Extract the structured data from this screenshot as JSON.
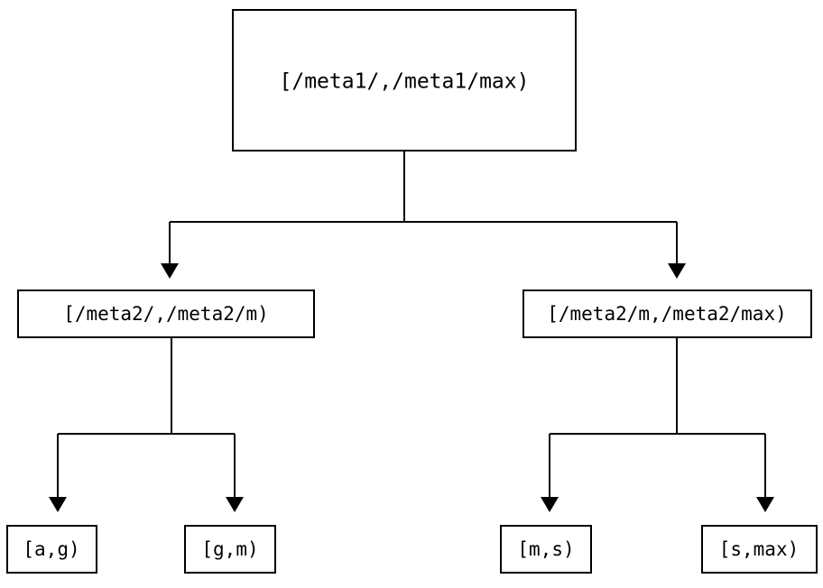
{
  "diagram": {
    "type": "tree",
    "title": "",
    "background_color": "#ffffff",
    "line_color": "#000000",
    "text_color": "#000000",
    "nodes": {
      "root": {
        "label": "[/meta1/,/meta1/max)"
      },
      "mid_left": {
        "label": "[/meta2/,/meta2/m)"
      },
      "mid_right": {
        "label": "[/meta2/m,/meta2/max)"
      },
      "leaf_1": {
        "label": "[a,g)"
      },
      "leaf_2": {
        "label": "[g,m)"
      },
      "leaf_3": {
        "label": "[m,s)"
      },
      "leaf_4": {
        "label": "[s,max)"
      }
    },
    "edges": [
      {
        "from": "root",
        "to": "mid_left",
        "arrow": "down-triangle"
      },
      {
        "from": "root",
        "to": "mid_right",
        "arrow": "down-triangle"
      },
      {
        "from": "mid_left",
        "to": "leaf_1",
        "arrow": "down-triangle"
      },
      {
        "from": "mid_left",
        "to": "leaf_2",
        "arrow": "down-triangle"
      },
      {
        "from": "mid_right",
        "to": "leaf_3",
        "arrow": "down-triangle"
      },
      {
        "from": "mid_right",
        "to": "leaf_4",
        "arrow": "down-triangle"
      }
    ]
  }
}
